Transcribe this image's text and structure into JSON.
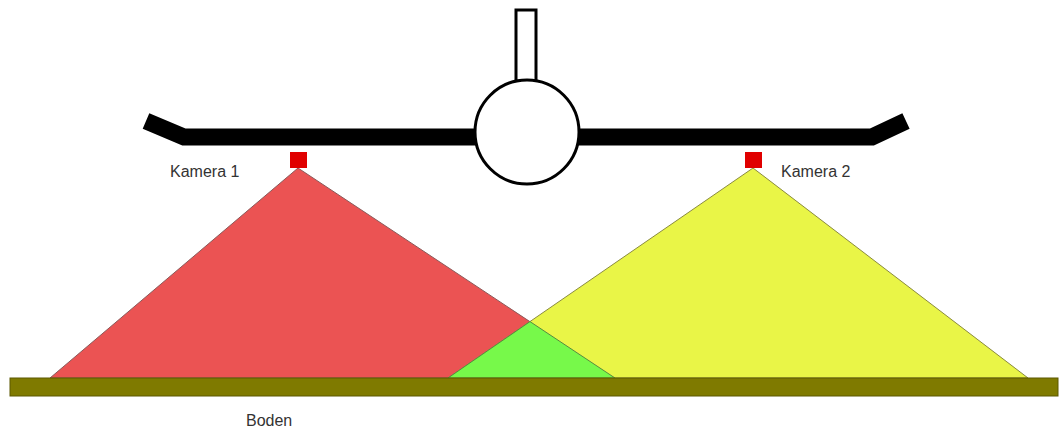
{
  "diagram": {
    "labels": [
      "Kamera 1",
      "Kamera 2",
      "Boden"
    ]
  }
}
